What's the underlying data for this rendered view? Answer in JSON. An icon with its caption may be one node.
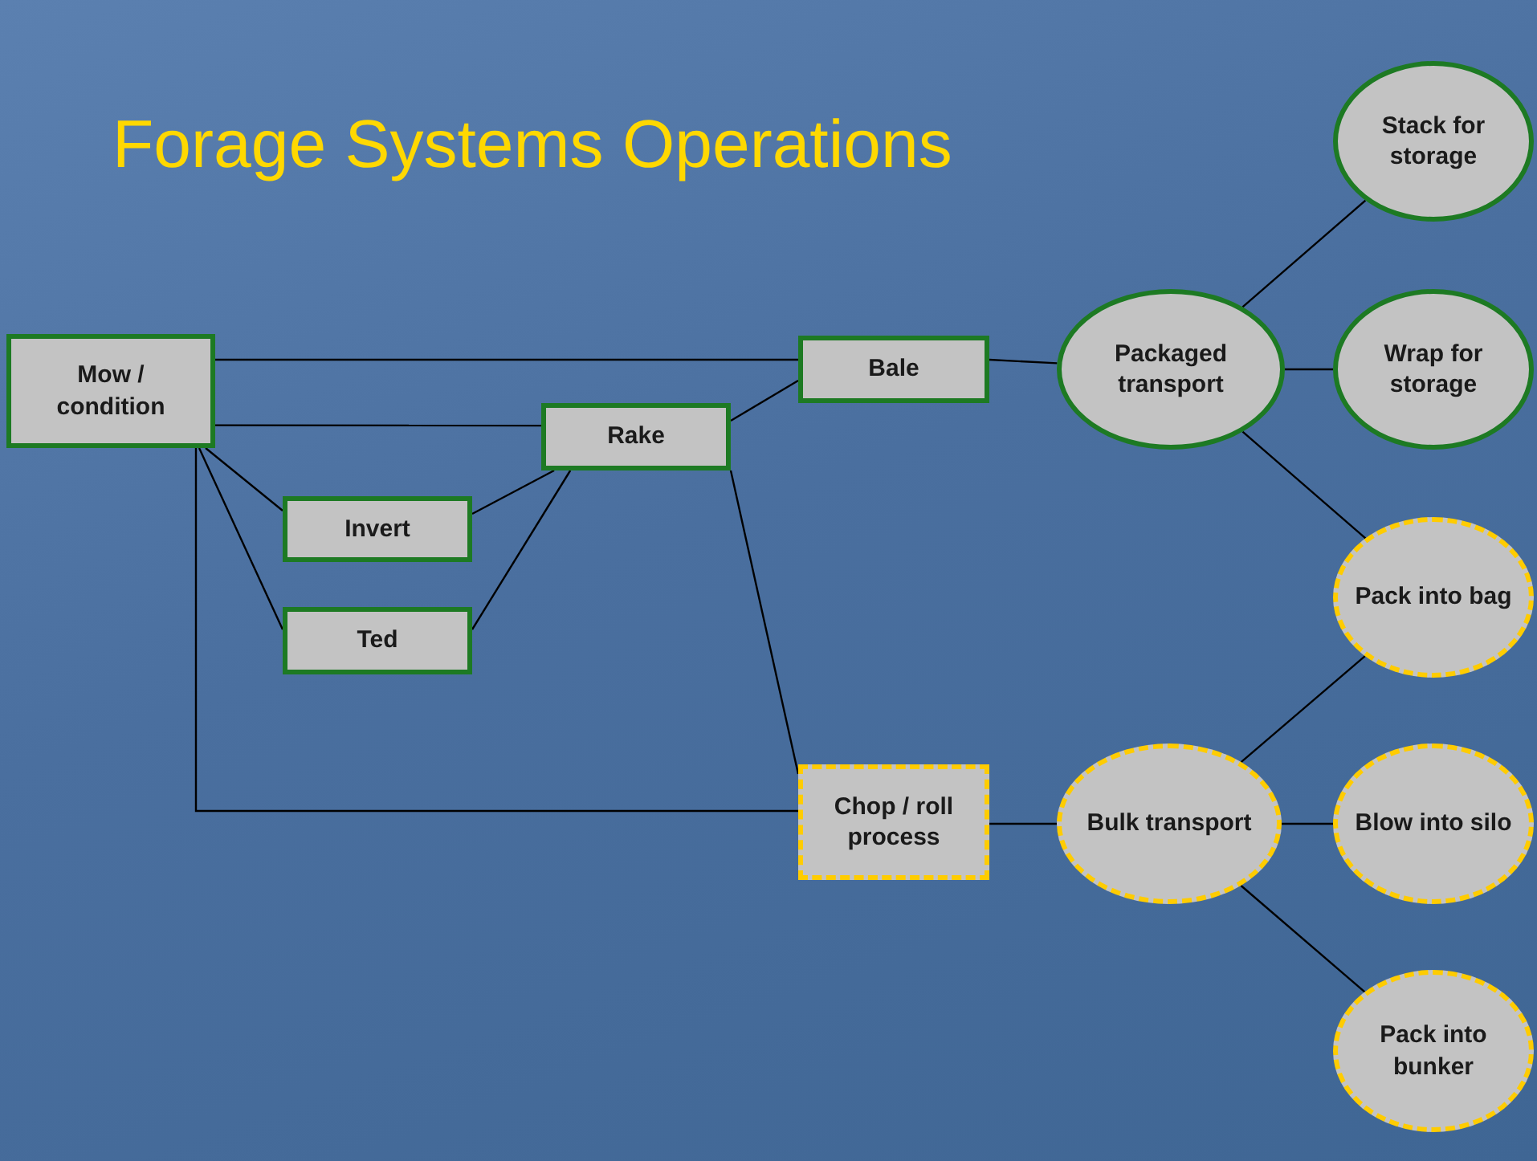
{
  "diagram": {
    "title": "Forage Systems Operations",
    "nodes": [
      {
        "text": [
          "Mow / condition"
        ]
      },
      {
        "text": [
          "Bale"
        ]
      },
      {
        "text": [
          "Rake"
        ]
      },
      {
        "text": [
          "Invert"
        ]
      },
      {
        "text": [
          "Ted"
        ]
      },
      {
        "text": [
          "Chop / roll process"
        ]
      },
      {
        "text": [
          "Packaged transport"
        ]
      },
      {
        "text": [
          "Bulk transport"
        ]
      },
      {
        "text": [
          "Stack for storage"
        ]
      },
      {
        "text": [
          "Wrap for storage"
        ]
      },
      {
        "text": [
          "Pack into bag"
        ]
      },
      {
        "text": [
          "Blow into silo"
        ]
      },
      {
        "text": [
          "Pack into bunker"
        ]
      }
    ],
    "edges": [
      {
        "from": 0,
        "to": 1,
        "arrow": "none"
      },
      {
        "from": 0,
        "to": 2,
        "arrow": "none"
      },
      {
        "from": 0,
        "to": 3,
        "arrow": "none"
      },
      {
        "from": 0,
        "to": 4,
        "arrow": "none"
      },
      {
        "from": 0,
        "to": 5,
        "arrow": "none"
      },
      {
        "from": 3,
        "to": 2,
        "arrow": "none"
      },
      {
        "from": 4,
        "to": 2,
        "arrow": "none"
      },
      {
        "from": 2,
        "to": 1,
        "arrow": "none"
      },
      {
        "from": 2,
        "to": 5,
        "arrow": "none"
      },
      {
        "from": 1,
        "to": 6,
        "arrow": "none"
      },
      {
        "from": 6,
        "to": 8,
        "arrow": "none"
      },
      {
        "from": 6,
        "to": 9,
        "arrow": "none"
      },
      {
        "from": 6,
        "to": 10,
        "arrow": "none"
      },
      {
        "from": 5,
        "to": 7,
        "arrow": "none"
      },
      {
        "from": 7,
        "to": 10,
        "arrow": "none"
      },
      {
        "from": 7,
        "to": 11,
        "arrow": "none"
      },
      {
        "from": 7,
        "to": 12,
        "arrow": "none"
      }
    ]
  }
}
